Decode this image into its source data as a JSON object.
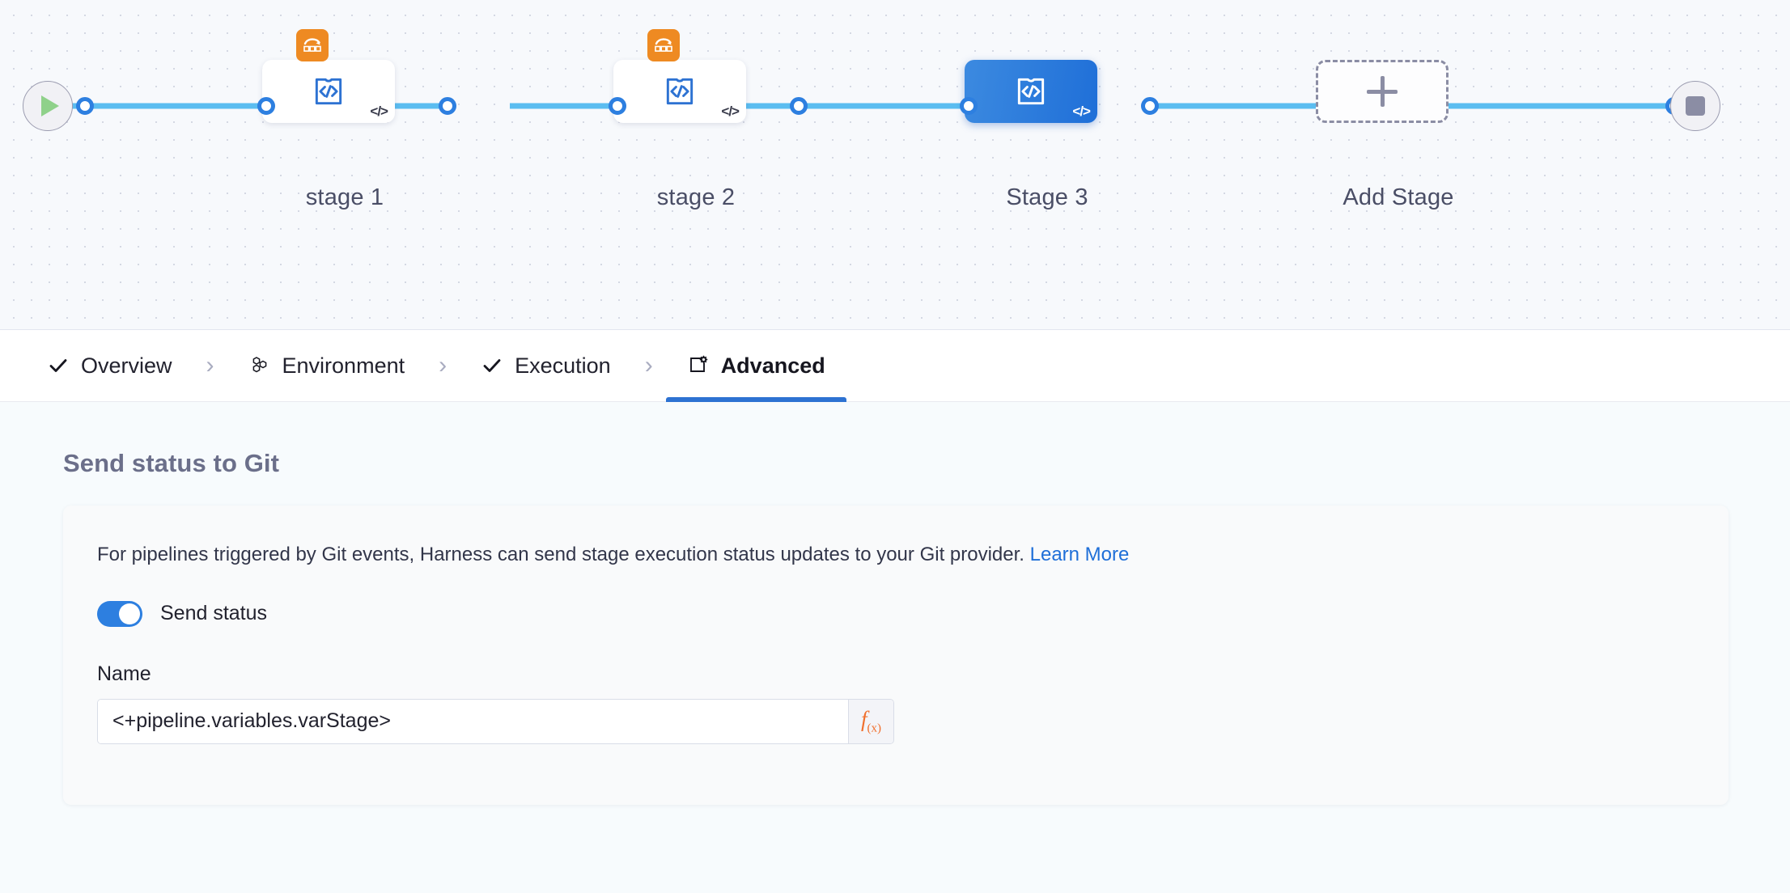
{
  "canvas": {
    "start_node": {
      "icon": "play-icon",
      "name": "pipeline-start"
    },
    "end_node": {
      "icon": "stop-icon",
      "name": "pipeline-end"
    },
    "add_stage": {
      "label": "Add Stage",
      "icon": "plus-icon"
    },
    "code_badge": "</>",
    "stages": [
      {
        "label": "stage 1",
        "selected": false,
        "has_rollback_badge": true,
        "icon": "custom-stage-icon",
        "code_badge": "</>"
      },
      {
        "label": "stage 2",
        "selected": false,
        "has_rollback_badge": true,
        "icon": "custom-stage-icon",
        "code_badge": "</>"
      },
      {
        "label": "Stage 3",
        "selected": true,
        "has_rollback_badge": false,
        "icon": "custom-stage-icon",
        "code_badge": "</>"
      }
    ],
    "colors": {
      "selected_stage": "#2d7fe0",
      "edge": "#5bbdf0",
      "rollback_badge": "#ee8a22",
      "play": "#8fd18a"
    }
  },
  "tabs": [
    {
      "label": "Overview",
      "icon": "check-icon",
      "active": false
    },
    {
      "label": "Environment",
      "icon": "infrastructure-icon",
      "active": false
    },
    {
      "label": "Execution",
      "icon": "check-icon",
      "active": false
    },
    {
      "label": "Advanced",
      "icon": "advanced-gear-icon",
      "active": true
    }
  ],
  "tab_separator": "›",
  "main": {
    "section_title": "Send status to Git",
    "description": "For pipelines triggered by Git events, Harness can send stage execution status updates to your Git provider.",
    "learn_more": "Learn More",
    "send_status_toggle": {
      "label": "Send status",
      "enabled": true
    },
    "name_field": {
      "label": "Name",
      "value": "<+pipeline.variables.varStage>",
      "placeholder": "",
      "expression_button": "f(x)"
    }
  },
  "colors": {
    "accent": "#2d72d2",
    "link": "#1f6fd8",
    "fx_orange": "#f06f2c",
    "page_bg": "#f7fbfd"
  }
}
